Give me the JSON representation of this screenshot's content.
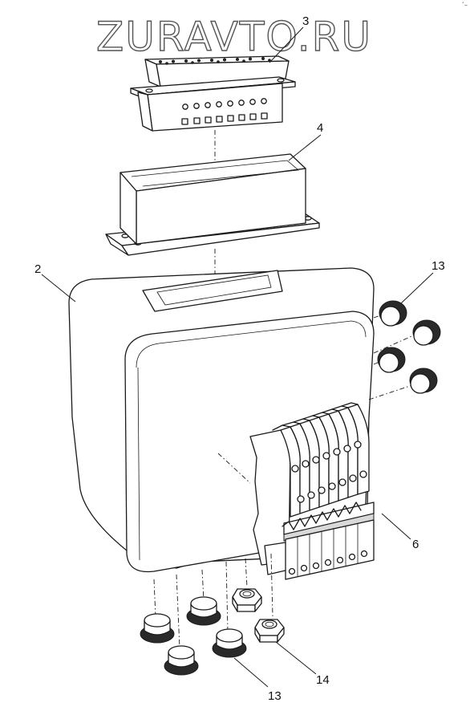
{
  "watermark": "ZURAVTO.RU",
  "corner_mark": "´–",
  "callouts": {
    "c2": "2",
    "c3": "3",
    "c4": "4",
    "c6": "6",
    "c13_top": "13",
    "c13_bottom": "13",
    "c14": "14"
  }
}
